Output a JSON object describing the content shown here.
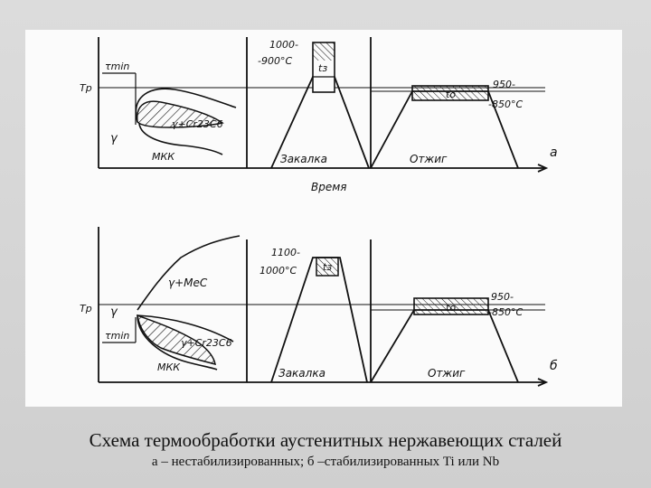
{
  "figure": {
    "panel_a": {
      "tr": "Тр",
      "tmin": "τmin",
      "gamma": "γ",
      "phase": "γ+Cr23C6",
      "mkk": "МКК",
      "quench_temp_1": "1000-",
      "quench_temp_2": "-900°С",
      "quench_hold": "tз",
      "quench": "Закалка",
      "anneal_temp_1": "950-",
      "anneal_temp_2": "-850°С",
      "anneal_hold": "tо",
      "anneal": "Отжиг",
      "letter": "а",
      "time": "Время"
    },
    "panel_b": {
      "tr": "Тр",
      "tmin": "τmin",
      "gamma": "γ",
      "phase_mec": "γ+МеС",
      "phase": "γ+Cr23C6",
      "mkk": "МКК",
      "quench_temp_1": "1100-",
      "quench_temp_2": "1000°С",
      "quench_hold": "tз",
      "quench": "Закалка",
      "anneal_temp_1": "950-",
      "anneal_temp_2": "-850°С",
      "anneal_hold": "tо",
      "anneal": "Отжиг",
      "letter": "б"
    }
  },
  "caption": {
    "line1": "Схема термообработки аустенитных нержавеющих сталей",
    "line2": "а – нестабилизированных; б –стабилизированных Ti или Nb"
  }
}
